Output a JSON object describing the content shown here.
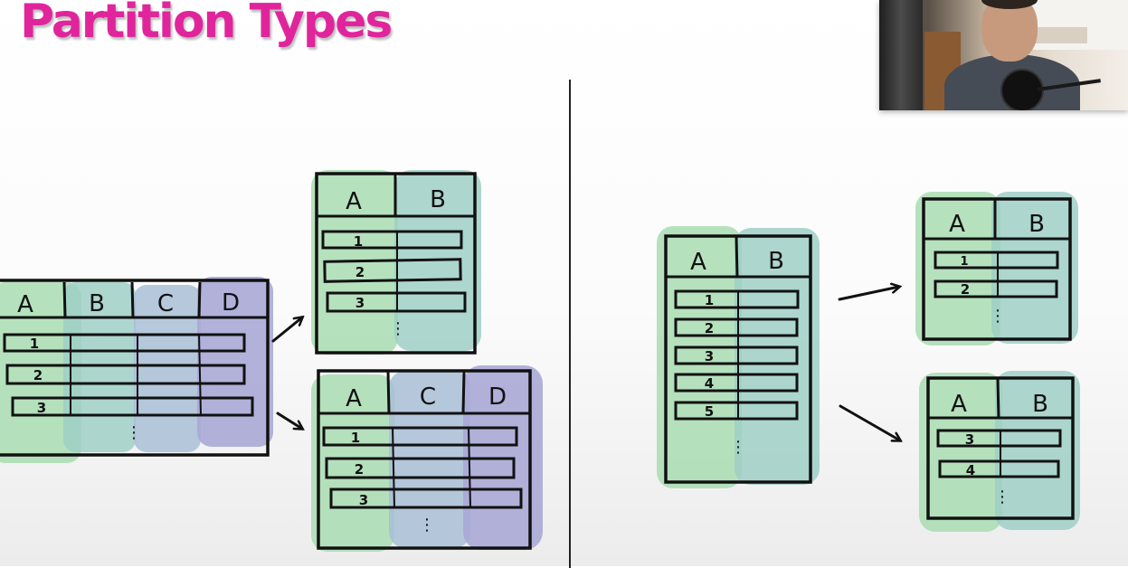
{
  "title": "Partition Types",
  "colors": {
    "title": "#e0259c",
    "green": "#a9dcb1",
    "teal": "#9fcfc6",
    "blue": "#a8bed6",
    "purple": "#a9a8d6"
  },
  "vertical": {
    "source_table": {
      "headers": [
        "A",
        "B",
        "C",
        "D"
      ],
      "rows": [
        "1",
        "2",
        "3"
      ],
      "more": "⋮"
    },
    "partition_1": {
      "headers": [
        "A",
        "B"
      ],
      "rows": [
        "1",
        "2",
        "3"
      ],
      "more": "⋮"
    },
    "partition_2": {
      "headers": [
        "A",
        "C",
        "D"
      ],
      "rows": [
        "1",
        "2",
        "3"
      ],
      "more": "⋮"
    }
  },
  "horizontal": {
    "source_table": {
      "headers": [
        "A",
        "B"
      ],
      "rows": [
        "1",
        "2",
        "3",
        "4",
        "5"
      ],
      "more": "⋮"
    },
    "partition_1": {
      "headers": [
        "A",
        "B"
      ],
      "rows": [
        "1",
        "2"
      ],
      "more": "⋮"
    },
    "partition_2": {
      "headers": [
        "A",
        "B"
      ],
      "rows": [
        "3",
        "4"
      ],
      "more": "⋮"
    }
  },
  "webcam": {
    "icon": "presenter-webcam"
  }
}
